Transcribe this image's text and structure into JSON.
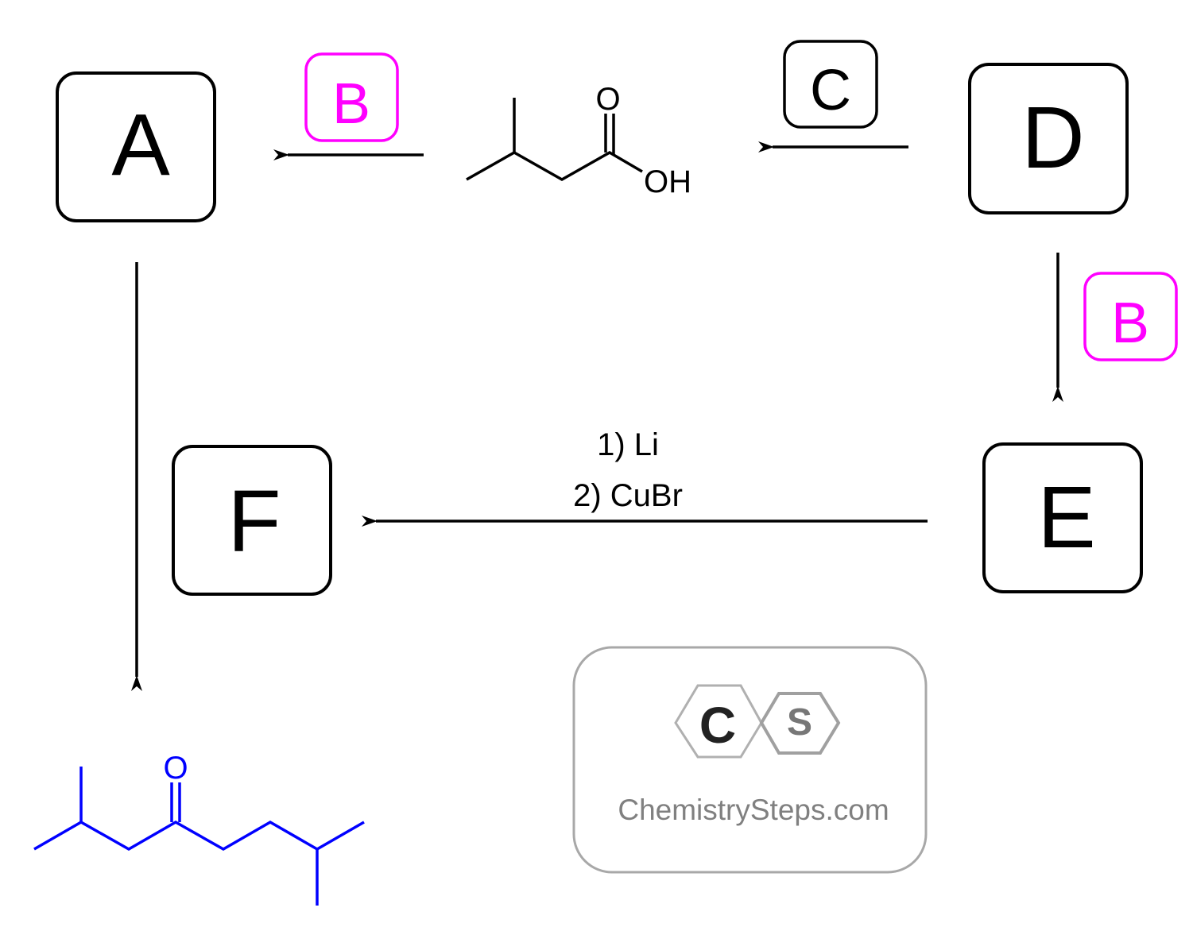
{
  "compounds": {
    "A": "A",
    "D": "D",
    "E": "E",
    "F": "F"
  },
  "reagents": {
    "B_top": "B",
    "C": "C",
    "B_right": "B",
    "li_step": "1) Li",
    "cubr_step": "2) CuBr"
  },
  "acid": {
    "oxygen": "O",
    "hydroxyl": "OH"
  },
  "product": {
    "oxygen": "O"
  },
  "logo": {
    "letter_c": "C",
    "letter_s": "S",
    "site": "ChemistrySteps.com"
  },
  "colors": {
    "reagent_b": "#ff00ff",
    "product": "#0000ff",
    "logo_gray": "#808080"
  }
}
